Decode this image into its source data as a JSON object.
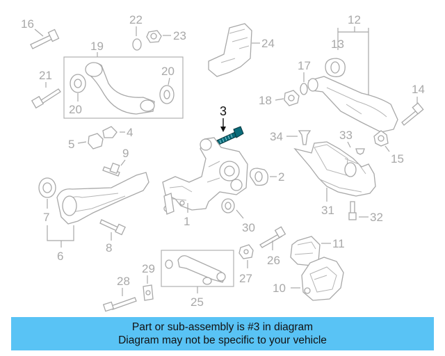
{
  "caption": {
    "line1": "Part or sub-assembly is #3 in diagram",
    "line2": "Diagram may not be specific to your vehicle"
  },
  "callouts": {
    "c1": "1",
    "c2": "2",
    "c3": "3",
    "c4": "4",
    "c5": "5",
    "c6": "6",
    "c7": "7",
    "c8": "8",
    "c9": "9",
    "c10": "10",
    "c11": "11",
    "c12": "12",
    "c13": "13",
    "c14": "14",
    "c15": "15",
    "c16": "16",
    "c17": "17",
    "c18": "18",
    "c19": "19",
    "c20a": "20",
    "c20b": "20",
    "c21": "21",
    "c22": "22",
    "c23": "23",
    "c24": "24",
    "c25": "25",
    "c26": "26",
    "c27": "27",
    "c28": "28",
    "c29": "29",
    "c30": "30",
    "c31": "31",
    "c32": "32",
    "c33": "33",
    "c34": "34"
  },
  "colors": {
    "caption_bg": "#59c3f5",
    "highlight_part": "#0b6c7a",
    "line_art": "#a8a8a8"
  }
}
